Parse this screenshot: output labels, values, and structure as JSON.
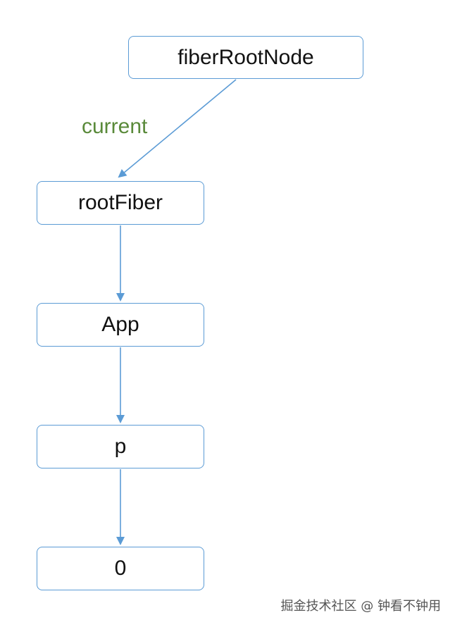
{
  "diagram": {
    "nodes": [
      {
        "id": "fiberRootNode",
        "label": "fiberRootNode"
      },
      {
        "id": "rootFiber",
        "label": "rootFiber"
      },
      {
        "id": "App",
        "label": "App"
      },
      {
        "id": "p",
        "label": "p"
      },
      {
        "id": "0",
        "label": "0"
      }
    ],
    "edges": [
      {
        "from": "fiberRootNode",
        "to": "rootFiber",
        "label": "current"
      },
      {
        "from": "rootFiber",
        "to": "App",
        "label": ""
      },
      {
        "from": "App",
        "to": "p",
        "label": ""
      },
      {
        "from": "p",
        "to": "0",
        "label": ""
      }
    ]
  },
  "colors": {
    "node_border": "#5b9bd5",
    "edge": "#5b9bd5",
    "edge_label": "#5a8a3a",
    "text": "#111111"
  },
  "watermark": "掘金技术社区 @ 钟看不钟用"
}
